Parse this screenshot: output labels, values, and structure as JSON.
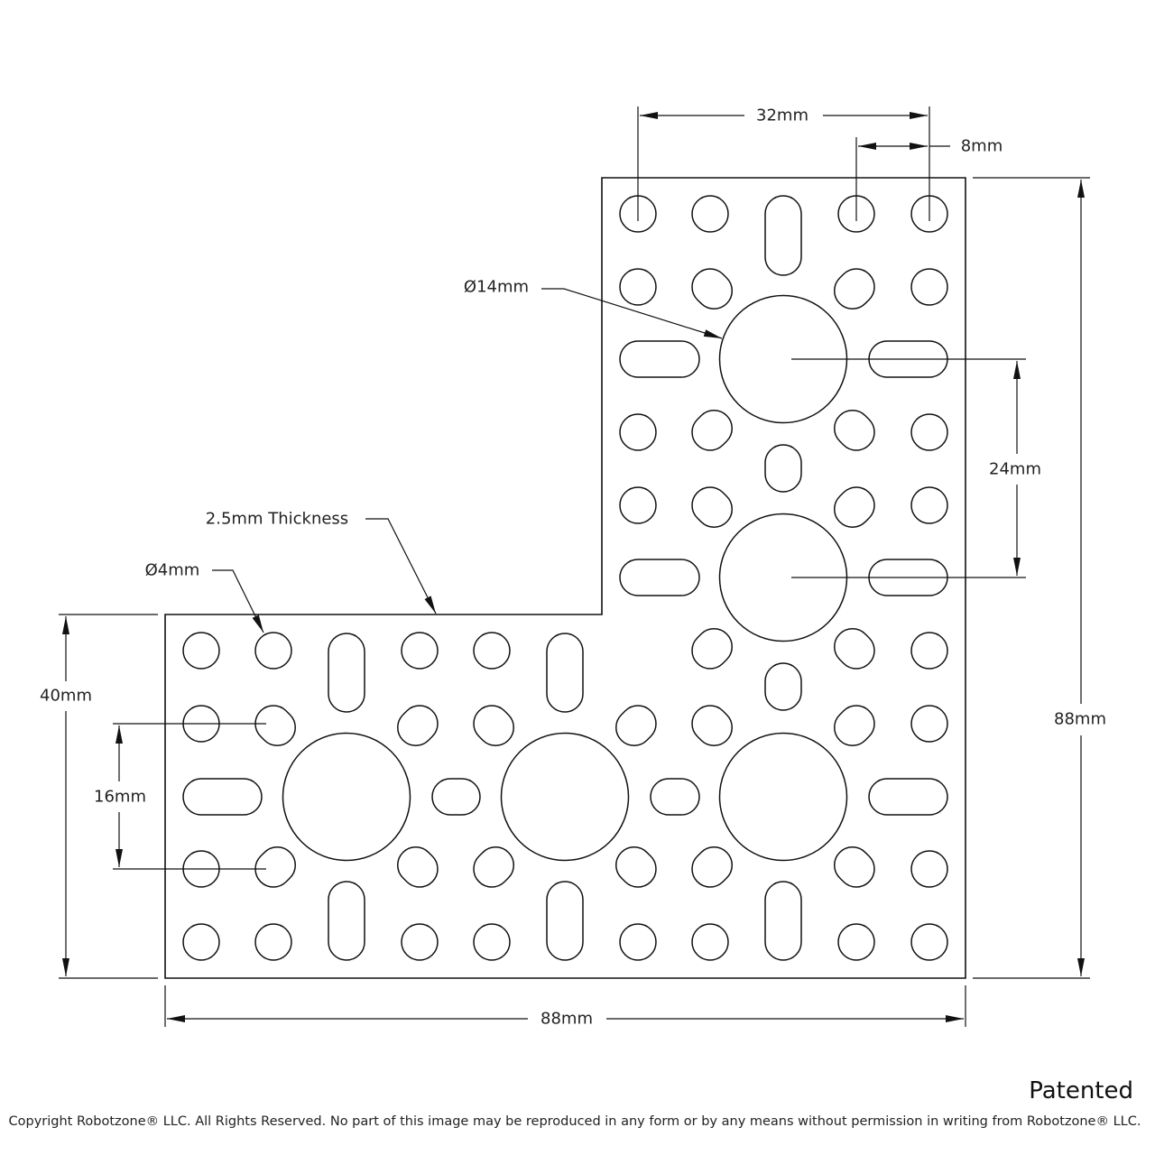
{
  "drawing": {
    "dimensions": {
      "top_spacing": "32mm",
      "hole_pitch": "8mm",
      "right_height": "88mm",
      "big_hole_spacing": "24mm",
      "big_hole_diameter": "Ø14mm",
      "thickness": "2.5mm Thickness",
      "small_hole_diameter": "Ø4mm",
      "left_height": "40mm",
      "left_spacing": "16mm",
      "bottom_width": "88mm"
    },
    "line_color": "#111111"
  },
  "footer": {
    "patented": "Patented",
    "copyright": "Copyright Robotzone® LLC.  All Rights Reserved. No part of this image may be reproduced in any form or by any means without permission in writing from Robotzone® LLC."
  }
}
